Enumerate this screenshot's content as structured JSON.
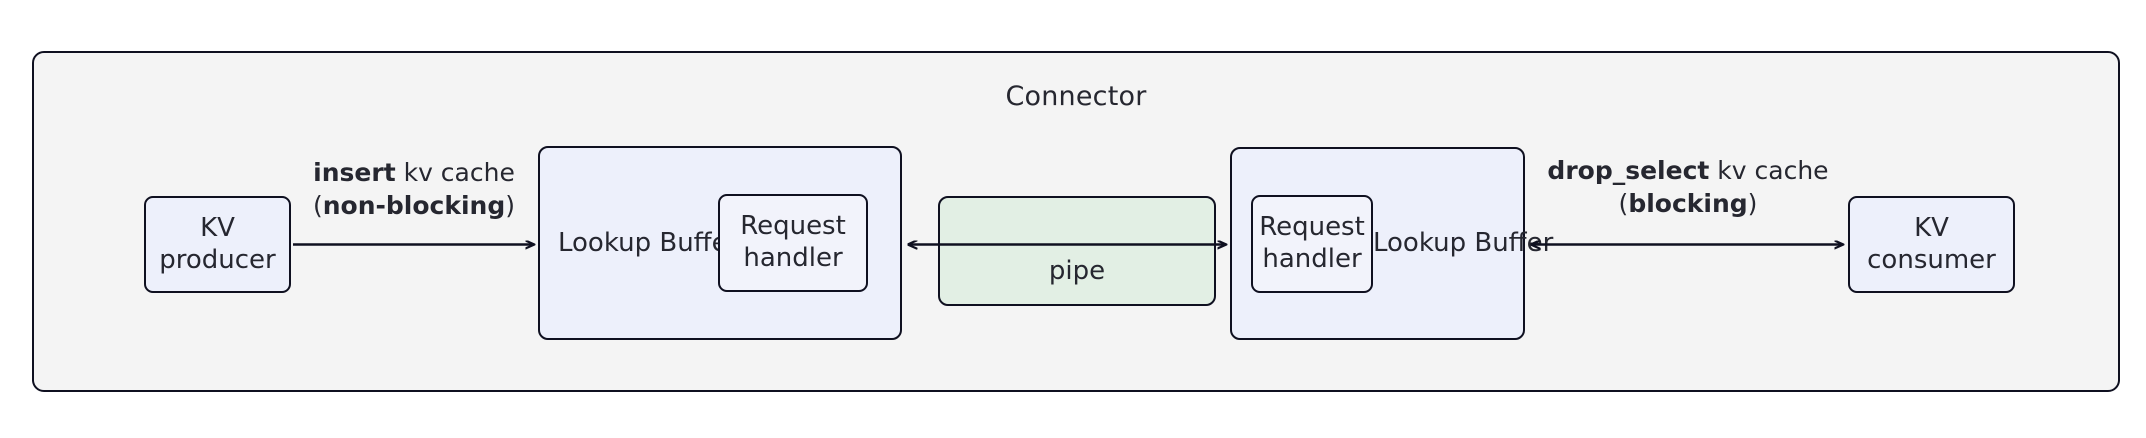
{
  "diagram": {
    "title": "Connector",
    "nodes": {
      "kv_producer": {
        "line1": "KV",
        "line2": "producer"
      },
      "kv_consumer": {
        "line1": "KV",
        "line2": "consumer"
      },
      "lookup_buffer_left": {
        "line1": "Lookup",
        "line2": "Buffer"
      },
      "lookup_buffer_right": {
        "line1": "Lookup",
        "line2": "Buffer"
      },
      "request_handler_left": {
        "line1": "Request",
        "line2": "handler"
      },
      "request_handler_right": {
        "line1": "Request",
        "line2": "handler"
      },
      "pipe": {
        "label": "pipe"
      }
    },
    "edges": {
      "insert": {
        "op": "insert",
        "object": " kv cache",
        "paren_open": "(",
        "mode": "non-blocking",
        "paren_close": ")",
        "direction": "right"
      },
      "drop_select": {
        "op": "drop_select",
        "object": " kv cache",
        "paren_open": "(",
        "mode": "blocking",
        "paren_close": ")",
        "direction": "bidirectional"
      },
      "pipe_link": {
        "direction": "bidirectional"
      }
    },
    "colors": {
      "container_fill": "#f4f4f4",
      "node_fill": "#edf0fb",
      "pipe_fill": "#e2efe4",
      "stroke": "#0f1020",
      "text": "#262730",
      "page_background": "#ffffff"
    }
  }
}
